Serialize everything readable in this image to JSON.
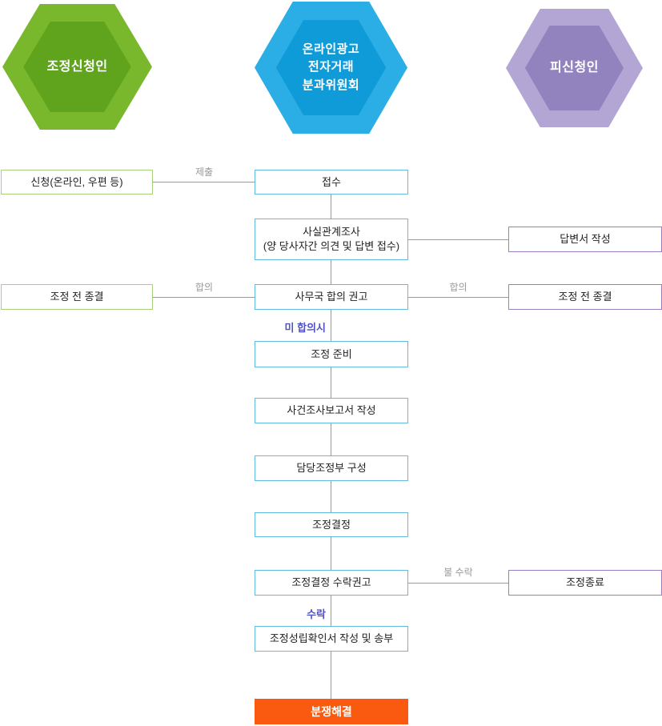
{
  "actors": [
    {
      "id": "applicant",
      "label": "조정신청인",
      "outer_color": "#79b82c",
      "inner_color": "#60a41d"
    },
    {
      "id": "committee",
      "lines": [
        "온라인광고",
        "전자거래",
        "분과위원회"
      ],
      "outer_color": "#2baee5",
      "inner_color": "#0f9ad8"
    },
    {
      "id": "respondent",
      "label": "피신청인",
      "outer_color": "#b3a6d4",
      "inner_color": "#9283bf"
    }
  ],
  "boxes": {
    "apply": "신청(온라인, 우편 등)",
    "receipt": "접수",
    "fact_check_line1": "사실관계조사",
    "fact_check_line2": "(양 당사자간 의견 및 답변 접수)",
    "reply_write": "답변서 작성",
    "pre_end_left": "조정 전 종결",
    "office_recommend": "사무국 합의 권고",
    "pre_end_right": "조정 전 종결",
    "prepare": "조정 준비",
    "report": "사건조사보고서 작성",
    "panel": "담당조정부 구성",
    "decision": "조정결정",
    "accept_recommend": "조정결정 수락권고",
    "mediation_end": "조정종료",
    "confirm_send": "조정성립확인서 작성 및 송부",
    "resolved": "분쟁해결"
  },
  "edge_labels": {
    "submit": "제출",
    "agree_left": "합의",
    "agree_right": "합의",
    "not_agreed": "미 합의시",
    "not_accept": "불 수락",
    "accept": "수락"
  },
  "colors": {
    "green_border": "#a7cf7c",
    "blue_border": "#62bcdf",
    "purple_border": "#9a7dc3",
    "orange_fill": "#fa5a0f",
    "connector_line": "#9a9a9a",
    "edge_label_gray": "#999999",
    "edge_label_purple": "#5151c6"
  }
}
